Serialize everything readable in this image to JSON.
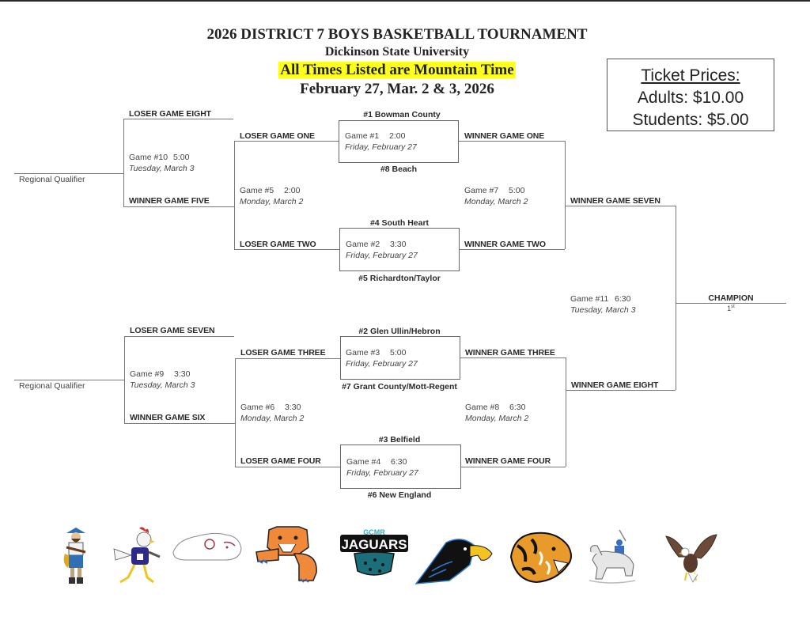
{
  "header": {
    "title": "2026 DISTRICT 7 BOYS BASKETBALL TOURNAMENT",
    "venue": "Dickinson State University",
    "time_notice": "All Times Listed are Mountain Time",
    "dates": "February 27, Mar. 2 & 3, 2026",
    "highlight_color": "#ffff1e"
  },
  "tickets": {
    "heading": "Ticket Prices:",
    "adults": "Adults:  $10.00",
    "students": "Students:  $5.00"
  },
  "bracket": {
    "first_round": [
      {
        "game": "Game #1",
        "time": "2:00",
        "day": "Friday, February 27",
        "top_seed": "#1 Bowman County",
        "bottom_seed": "#8 Beach"
      },
      {
        "game": "Game #2",
        "time": "3:30",
        "day": "Friday, February 27",
        "top_seed": "#4 South Heart",
        "bottom_seed": "#5 Richardton/Taylor"
      },
      {
        "game": "Game #3",
        "time": "5:00",
        "day": "Friday, February 27",
        "top_seed": "#2 Glen Ullin/Hebron",
        "bottom_seed": "#7 Grant County/Mott-Regent"
      },
      {
        "game": "Game #4",
        "time": "6:30",
        "day": "Friday, February 27",
        "top_seed": "#3 Belfield",
        "bottom_seed": "#6 New England"
      }
    ],
    "consolation": [
      {
        "game": "Game #5",
        "time": "2:00",
        "day": "Monday, March 2",
        "top": "LOSER GAME ONE",
        "bottom": "LOSER GAME TWO"
      },
      {
        "game": "Game #6",
        "time": "3:30",
        "day": "Monday, March 2",
        "top": "LOSER GAME THREE",
        "bottom": "LOSER GAME FOUR"
      },
      {
        "game": "Game #9",
        "time": "3:30",
        "day": "Tuesday, March 3",
        "top": "LOSER GAME SEVEN",
        "bottom": "WINNER GAME SIX"
      },
      {
        "game": "Game #10",
        "time": "5:00",
        "day": "Tuesday, March 3",
        "top": "LOSER GAME EIGHT",
        "bottom": "WINNER GAME FIVE"
      }
    ],
    "semifinals": [
      {
        "game": "Game #7",
        "time": "5:00",
        "day": "Monday, March 2",
        "top": "WINNER GAME ONE",
        "bottom": "WINNER GAME TWO"
      },
      {
        "game": "Game #8",
        "time": "6:30",
        "day": "Monday, March 2",
        "top": "WINNER GAME THREE",
        "bottom": "WINNER GAME FOUR"
      }
    ],
    "final": {
      "game": "Game #11",
      "time": "6:30",
      "day": "Tuesday, March 3",
      "top": "WINNER GAME SEVEN",
      "bottom": "WINNER GAME EIGHT"
    },
    "champion_label": "CHAMPION",
    "champion_place": "1",
    "champion_place_suffix": "st",
    "regional_qualifier": "Regional Qualifier"
  },
  "mascots": [
    {
      "name": "pirate"
    },
    {
      "name": "rooster"
    },
    {
      "name": "bulldog"
    },
    {
      "name": "tiger-cat"
    },
    {
      "name": "jaguars",
      "text_top": "GCMR",
      "text_main": "JAGUARS"
    },
    {
      "name": "hawk"
    },
    {
      "name": "tiger"
    },
    {
      "name": "cavalier"
    },
    {
      "name": "eagle"
    }
  ]
}
